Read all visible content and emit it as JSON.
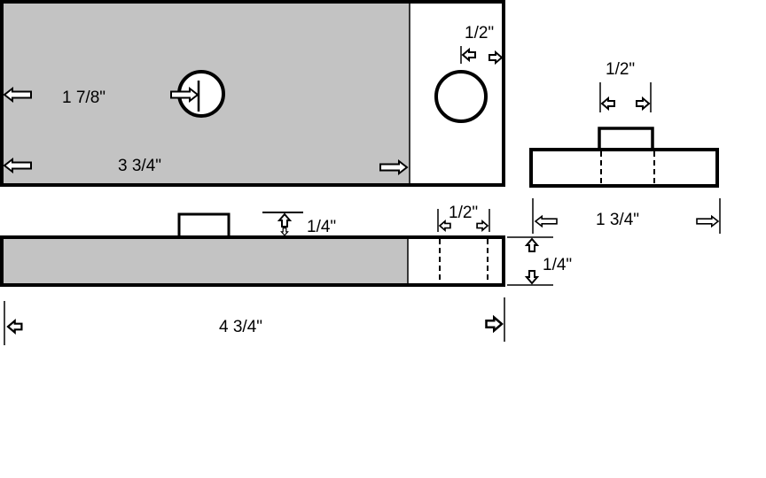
{
  "diagram": {
    "colors": {
      "part_fill": "#c3c3c3",
      "outline": "#000000",
      "background": "#ffffff"
    },
    "top_view": {
      "dim_hole_offset": "1 7/8\"",
      "dim_shaded_length": "3 3/4\"",
      "dim_end_width": "1/2\""
    },
    "end_view": {
      "dim_tab_width": "1/2\"",
      "dim_width": "1 3/4\""
    },
    "side_view": {
      "dim_tab_height": "1/4\"",
      "dim_slot_width": "1/2\"",
      "dim_thickness": "1/4\"",
      "dim_total_length": "4 3/4\""
    }
  }
}
